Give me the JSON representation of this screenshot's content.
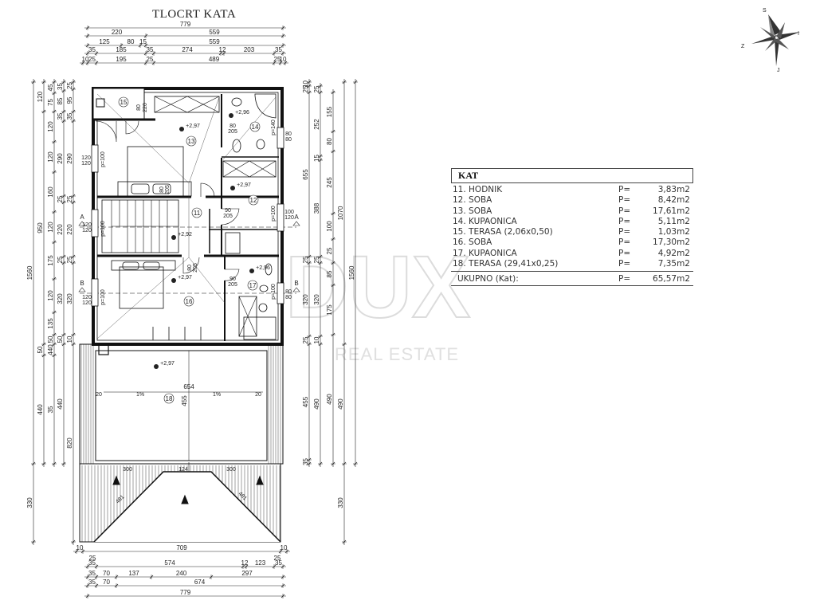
{
  "title": "TLOCRT KATA",
  "compass": {
    "north": "S",
    "east": "I",
    "south": "J",
    "west": "Z"
  },
  "watermark": {
    "brand": "DUX",
    "tagline": "REAL ESTATE"
  },
  "dims": {
    "top": [
      [
        "779"
      ],
      [
        "220",
        "559"
      ],
      [
        "125",
        "80",
        "15",
        "559"
      ],
      [
        "35",
        "185",
        "35",
        "274",
        "12",
        "203",
        "35"
      ],
      [
        "10",
        "25",
        "195",
        "25",
        "489",
        "25",
        "10"
      ]
    ],
    "bottom": [
      [
        "10",
        "709",
        "10"
      ],
      [
        "35",
        "574",
        "12",
        "123",
        "35"
      ],
      [
        "35",
        "70",
        "137",
        "240",
        "297"
      ],
      [
        "35",
        "70",
        "674"
      ],
      [
        "779"
      ]
    ],
    "bottom_extra": [
      "25",
      "25"
    ],
    "left": [
      [
        "1560",
        "330"
      ],
      [
        "120",
        "950",
        "50",
        "440"
      ],
      [
        "45",
        "75",
        "120",
        "120",
        "160",
        "120",
        "175",
        "120",
        "135",
        "50",
        "440",
        "35"
      ],
      [
        "35",
        "85",
        "35",
        "290",
        "25",
        "220",
        "25",
        "320",
        "50",
        "440"
      ],
      [
        "25",
        "95",
        "35",
        "290",
        "25",
        "220",
        "25",
        "320",
        "10",
        "820"
      ]
    ],
    "right": [
      [
        "10",
        "25",
        "655",
        "25",
        "320",
        "25",
        "455",
        "35"
      ],
      [
        "25",
        "252",
        "15",
        "388",
        "25",
        "320",
        "10",
        "490"
      ],
      [
        "155",
        "80",
        "245",
        "100",
        "25",
        "85",
        "175",
        "490"
      ],
      [
        "1070",
        "490",
        "330"
      ],
      [
        "1560"
      ]
    ]
  },
  "rooms": [
    "11",
    "12",
    "13",
    "14",
    "15",
    "16",
    "17",
    "18"
  ],
  "elevations": [
    "+2,97",
    "+2,96",
    "+2,97",
    "+2,92",
    "+2,97",
    "+2,96",
    "+2,97"
  ],
  "openings": {
    "doors": [
      "80",
      "205",
      "90",
      "205",
      "90",
      "205",
      "80",
      "205",
      "80",
      "205",
      "80",
      "220"
    ],
    "windows_left": [
      "120",
      "120",
      "120",
      "120",
      "120",
      "120"
    ],
    "windows_right": [
      "80",
      "80",
      "100",
      "120",
      "80",
      "80"
    ],
    "parapet": [
      "p=100",
      "p=100",
      "p=100",
      "p=140",
      "p=100",
      "p=100"
    ]
  },
  "sections": [
    "A",
    "A",
    "B",
    "B"
  ],
  "terrace": {
    "width": "654",
    "depth": "455",
    "slope_left": "1%",
    "slope_right": "1%",
    "edge": [
      "20",
      "20"
    ]
  },
  "roof": {
    "left": "300",
    "mid": "124",
    "right": "300",
    "hip_left": "481",
    "hip_right": "481"
  },
  "area_table": {
    "header": "KAT",
    "rows": [
      {
        "name": "11. HODNIK",
        "p": "P=",
        "value": "3,83m2"
      },
      {
        "name": "12. SOBA",
        "p": "P=",
        "value": "8,42m2"
      },
      {
        "name": "13. SOBA",
        "p": "P=",
        "value": "17,61m2"
      },
      {
        "name": "14. KUPAONICA",
        "p": "P=",
        "value": "5,11m2"
      },
      {
        "name": "15. TERASA  (2,06x0,50)",
        "p": "P=",
        "value": "1,03m2"
      },
      {
        "name": "16. SOBA",
        "p": "P=",
        "value": "17,30m2"
      },
      {
        "name": "17. KUPAONICA",
        "p": "P=",
        "value": "4,92m2"
      },
      {
        "name": "18. TERASA  (29,41x0,25)",
        "p": "P=",
        "value": "7,35m2"
      }
    ],
    "total": {
      "name": "UKUPNO  (Kat):",
      "p": "P=",
      "value": "65,57m2"
    }
  }
}
